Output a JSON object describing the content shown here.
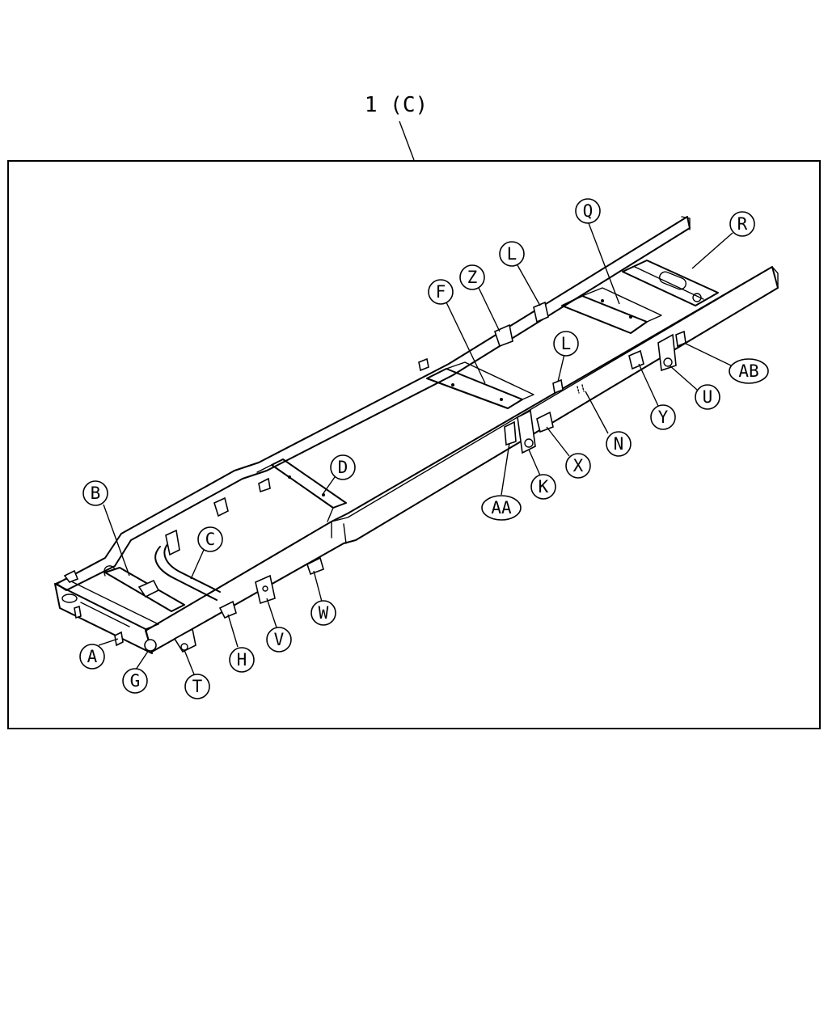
{
  "assembly": {
    "label": "1 (C)"
  },
  "callouts": {
    "A": "A",
    "B": "B",
    "C": "C",
    "D": "D",
    "F": "F",
    "G": "G",
    "H": "H",
    "K": "K",
    "L1": "L",
    "L2": "L",
    "N": "N",
    "Q": "Q",
    "R": "R",
    "T": "T",
    "U": "U",
    "V": "V",
    "W": "W",
    "X": "X",
    "Y": "Y",
    "Z": "Z",
    "AA": "AA",
    "AB": "AB"
  }
}
